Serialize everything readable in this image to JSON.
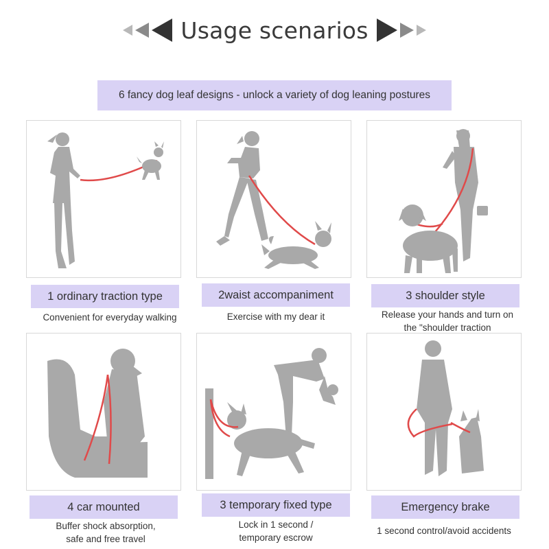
{
  "header": {
    "title": "Usage scenarios",
    "banner": "6 fancy dog leaf designs - unlock a variety of dog leaning postures"
  },
  "colors": {
    "accent_bg": "#d9d2f5",
    "silhouette": "#a9a9a9",
    "leash": "#e04a4a"
  },
  "scenarios": [
    {
      "label": "1 ordinary traction type",
      "desc_lines": [
        "Convenient for everyday walking"
      ]
    },
    {
      "label": "2waist accompaniment",
      "desc_lines": [
        "Exercise with my dear it"
      ]
    },
    {
      "label": "3 shoulder style",
      "desc_lines": [
        "Release your hands and turn on",
        "the \"shoulder traction"
      ]
    },
    {
      "label": "4 car mounted",
      "desc_lines": [
        "Buffer shock absorption,",
        "safe and free travel"
      ]
    },
    {
      "label": "3 temporary fixed type",
      "desc_lines": [
        "Lock in 1 second /",
        "temporary escrow"
      ]
    },
    {
      "label": "Emergency brake",
      "desc_lines": [
        "1 second control/avoid accidents"
      ]
    }
  ]
}
